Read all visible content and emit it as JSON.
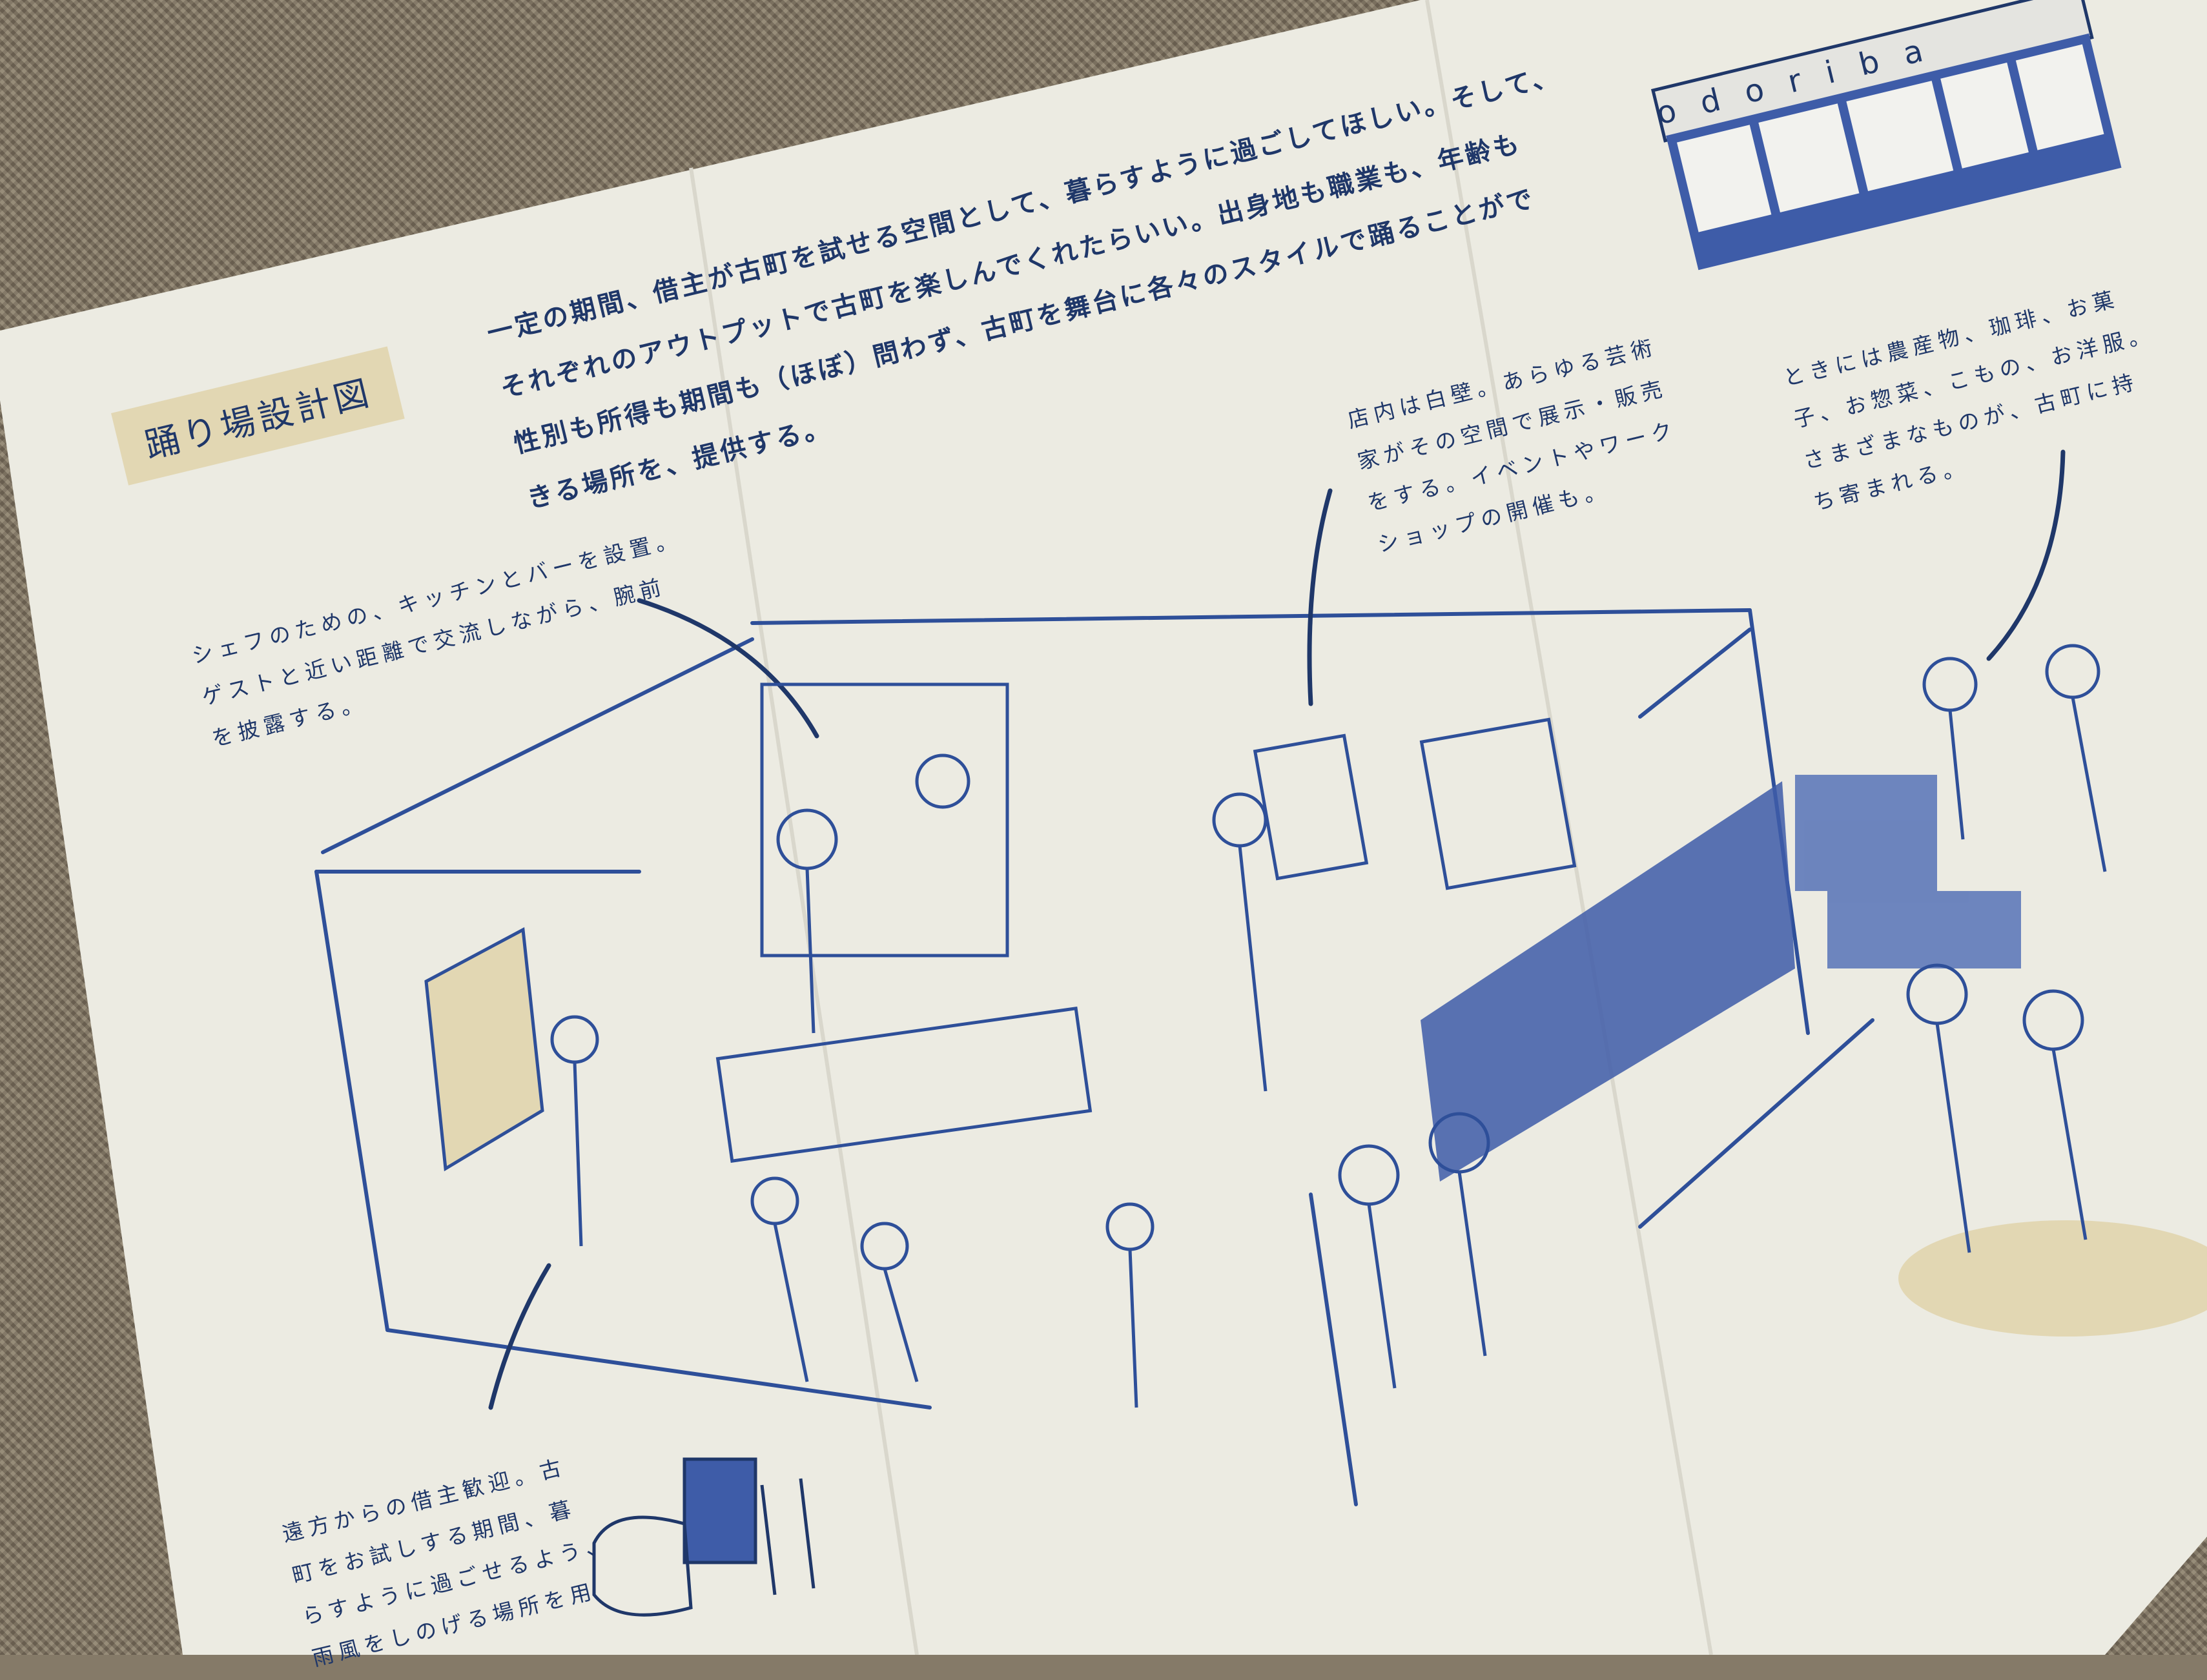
{
  "flyer": {
    "title": "踊り場設計図",
    "intro_lines": [
      "一定の期間、借主が古町を試せる空間として、暮らすように過ごしてほしい。そして、",
      "それぞれのアウトプットで古町を楽しんでくれたらいい。出身地も職業も、年齢も",
      "性別も所得も期間も（ほぼ）問わず、古町を舞台に各々のスタイルで踊ることがで",
      "きる場所を、提供する。"
    ],
    "notes": {
      "kitchen": [
        "シェフのための、キッチンとバーを設置。",
        "ゲストと近い距離で交流しながら、腕前",
        "を披露する。"
      ],
      "gallery": [
        "店内は白壁。あらゆる芸術",
        "家がその空間で展示・販売",
        "をする。イベントやワーク",
        "ショップの開催も。"
      ],
      "market": [
        "ときには農産物、珈琲、お菓",
        "子、お惣菜、こもの、お洋服。",
        "さまざまなものが、古町に持",
        "ち寄まれる。"
      ],
      "lodging": [
        "遠方からの借主歓迎。古",
        "町をお試しする期間、暮",
        "らすように過ごせるよう、",
        "雨風をしのげる場所を用"
      ]
    },
    "storefront_sign": "odoriba"
  },
  "colors": {
    "ink": "#1f3769",
    "illustration": "#2e4f99",
    "paper": "#ecebe2",
    "accent_beige": "#e2d7b3"
  }
}
